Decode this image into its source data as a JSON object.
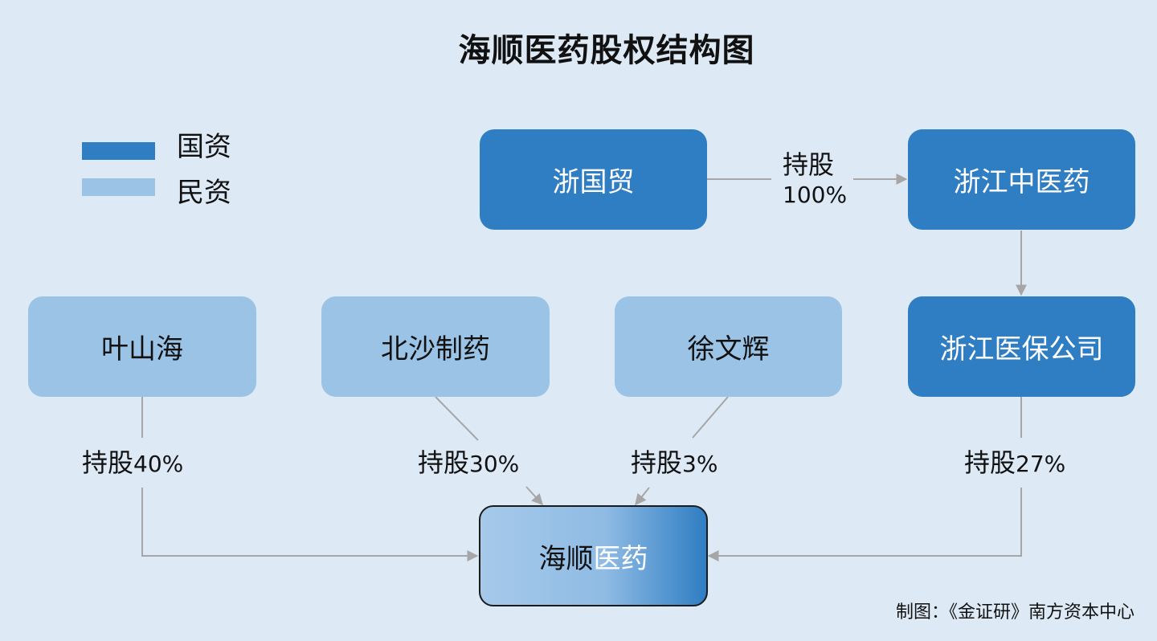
{
  "title": "海顺医药股权结构图",
  "legend": [
    {
      "label": "国资",
      "color": "#2f7ec3"
    },
    {
      "label": "民资",
      "color": "#9bc3e6"
    }
  ],
  "nodes": {
    "zheguomao": {
      "label": "浙国贸",
      "kind": "state"
    },
    "zhejiang_cmc": {
      "label": "浙江中医药",
      "kind": "state"
    },
    "zhejiang_yibao": {
      "label": "浙江医保公司",
      "kind": "state"
    },
    "yeshanhai": {
      "label": "叶山海",
      "kind": "private"
    },
    "beisha": {
      "label": "北沙制药",
      "kind": "private"
    },
    "xuwenhui": {
      "label": "徐文辉",
      "kind": "private"
    },
    "haishun": {
      "label_part_a": "海顺",
      "label_part_b": "医药",
      "kind": "target"
    }
  },
  "edges": {
    "zheguomao_to_cmc": {
      "label_prefix": "持股",
      "label_pct": "100%"
    },
    "yeshanhai_to_haishun": {
      "label_prefix": "持股",
      "label_pct": "40%"
    },
    "beisha_to_haishun": {
      "label_prefix": "持股",
      "label_pct": "30%"
    },
    "xuwenhui_to_haishun": {
      "label_prefix": "持股",
      "label_pct": "3%"
    },
    "yibao_to_haishun": {
      "label_prefix": "持股",
      "label_pct": "27%"
    }
  },
  "colors": {
    "background": "#ddeaf6",
    "state": "#2f7ec3",
    "private": "#9bc3e6",
    "connector": "#a6a6a6"
  },
  "credit": "制图：《金证研》南方资本中心"
}
